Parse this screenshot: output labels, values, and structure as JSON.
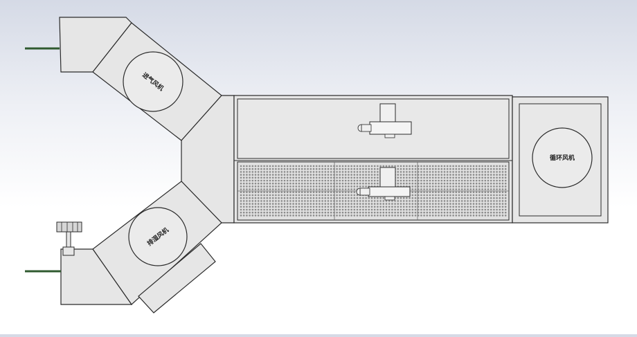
{
  "colors": {
    "background_top": "#d5dae6",
    "background_bottom": "#ffffff",
    "panel_fill": "#e6e6e6",
    "panel_stroke": "#2a2a2a",
    "hole_fill": "#8a8a8a",
    "pipe_color": "#2f5a2f"
  },
  "labels": {
    "upper_arm": "进气风机",
    "lower_arm": "排湿风机",
    "right_box": "循环风机"
  },
  "icons": {
    "top_heater": "heater-blower-icon",
    "bottom_heater": "heater-blower-icon",
    "valve": "valve-handle-icon"
  }
}
